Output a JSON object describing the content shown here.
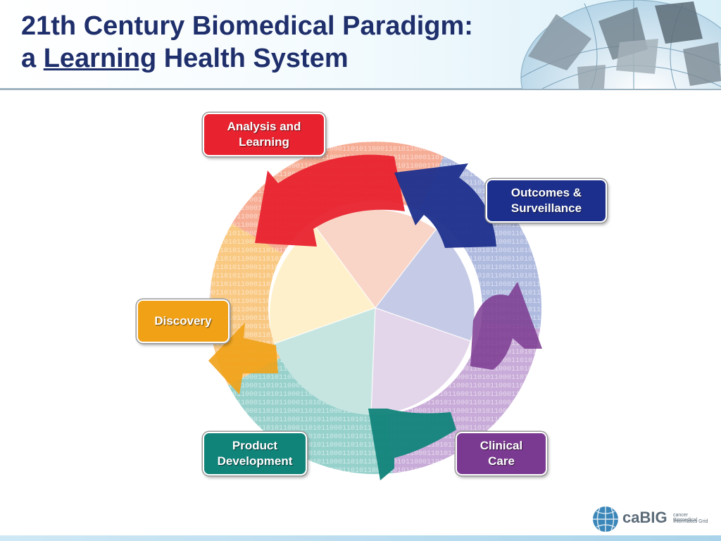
{
  "title": {
    "line1": "21th Century Biomedical Paradigm:",
    "line2_pre": "a ",
    "line2_em": "Learning",
    "line2_post": " Health System"
  },
  "nodes": {
    "analysis": "Analysis and\nLearning",
    "outcomes": "Outcomes &\nSurveillance",
    "discovery": "Discovery",
    "product": "Product\nDevelopment",
    "clinical": "Clinical\nCare"
  },
  "colors": {
    "analysis": "#e8232f",
    "outcomes": "#1d2f8c",
    "discovery": "#f0a116",
    "product": "#11847a",
    "clinical": "#7b3a91",
    "title": "#1f2f6b"
  },
  "logo": {
    "brand": "caBIG",
    "tagline1": "cancer Biomedical",
    "tagline2": "Informatics Grid"
  }
}
